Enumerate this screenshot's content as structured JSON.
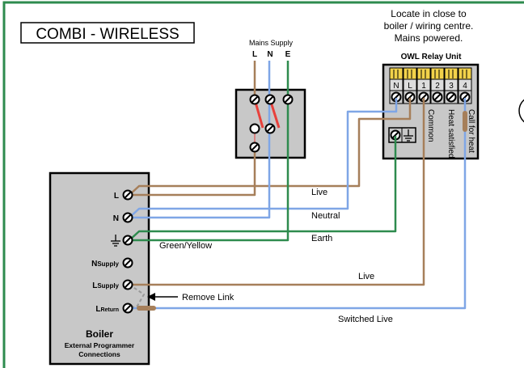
{
  "title": "COMBI - WIRELESS",
  "note": [
    "Locate in close to",
    "boiler / wiring centre.",
    "Mains powered."
  ],
  "relay": {
    "title": "OWL Relay Unit",
    "terminals": [
      "N",
      "L",
      "1",
      "2",
      "3",
      "4"
    ],
    "labels": {
      "common": "Common",
      "heat_satisfied": "Heat satisfied",
      "call_for_heat": "Call for heat"
    }
  },
  "mains": {
    "title": "Mains Supply",
    "terminals": [
      "L",
      "N",
      "E"
    ]
  },
  "boiler": {
    "title": "Boiler",
    "subtitle1": "External Programmer",
    "subtitle2": "Connections",
    "terminals": {
      "l": "L",
      "n": "N",
      "nsupply_main": "N",
      "nsupply_sub": "Supply",
      "lsupply_main": "L",
      "lsupply_sub": "Supply",
      "lreturn_main": "L",
      "lreturn_sub": "Return"
    }
  },
  "wire_labels": {
    "live1": "Live",
    "neutral": "Neutral",
    "earth": "Earth",
    "green_yellow": "Green/Yellow",
    "live2": "Live",
    "switched_live": "Switched Live",
    "remove_link": "Remove Link"
  },
  "colors": {
    "brown": "#a67f5a",
    "blue": "#7fa6e6",
    "green": "#2e8b4e",
    "frame": "#2e8b4e",
    "box": "#c8c8c8",
    "switch_red": "#e8413c"
  }
}
